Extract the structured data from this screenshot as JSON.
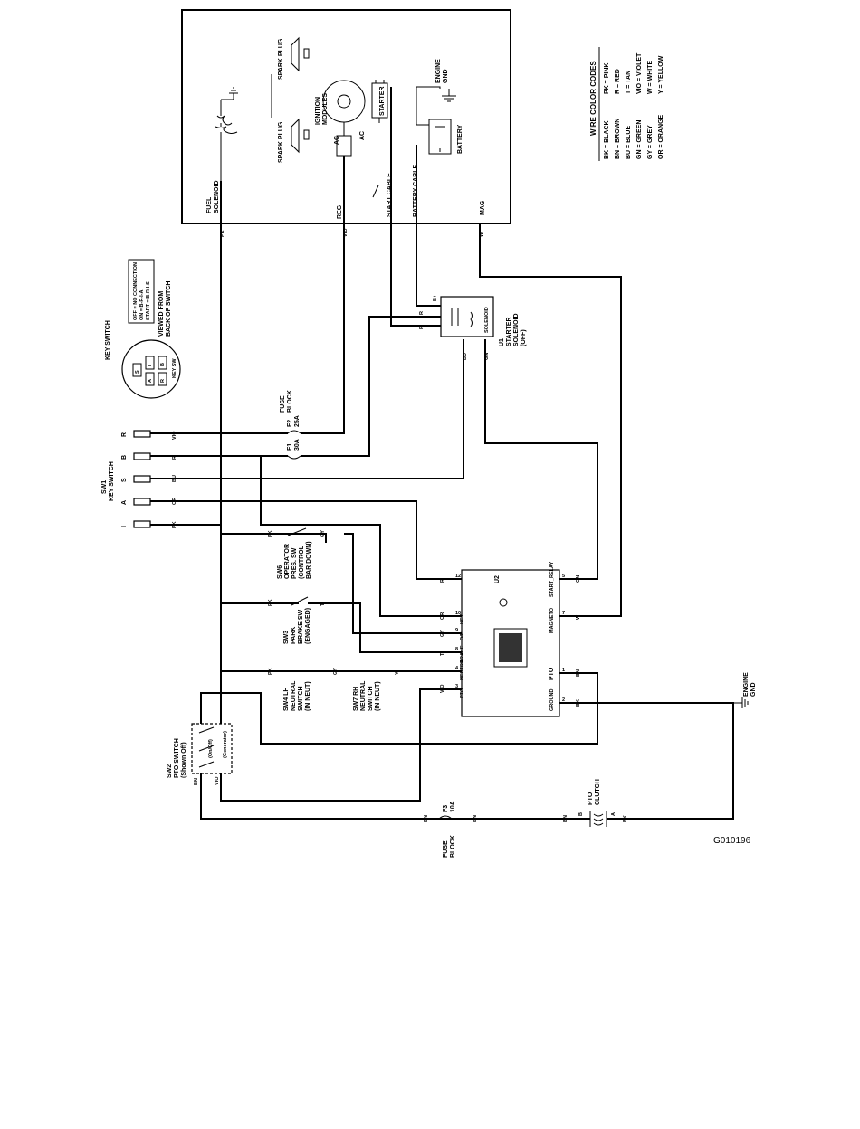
{
  "drawing_id": "G010196",
  "engine_box": {
    "spark_plug_top": "SPARK PLUG",
    "spark_plug_bottom": "SPARK PLUG",
    "ignition_modules": [
      "IGNITION",
      "MODULES"
    ],
    "ac_left": "AC",
    "ac_right": "AC",
    "starter": "STARTER",
    "battery": "BATTERY",
    "engine_gnd": [
      "ENGINE",
      "GND"
    ],
    "start_cable": "START CABLE",
    "battery_cable": "BATTERY CABLE",
    "fuel_solenoid": [
      "FUEL",
      "SOLENOID"
    ],
    "reg": "REG",
    "mag": "MAG"
  },
  "wire_codes": {
    "title": "WIRE COLOR CODES",
    "items": [
      "BK = BLACK",
      "BN = BROWN",
      "BU = BLUE",
      "GN = GREEN",
      "GY = GREY",
      "OR = ORANGE",
      "PK = PINK",
      "R = RED",
      "T = TAN",
      "VIO = VIOLET",
      "W = WHITE",
      "Y = YELLOW"
    ]
  },
  "key_switch_view": {
    "title": "KEY SWITCH",
    "legend": [
      "OFF  = NO CONNECTION",
      "ON   = B-R-I-A",
      "START = B-R-I-S"
    ],
    "viewed_from": [
      "VIEWED FROM",
      "BACK OF SWITCH"
    ],
    "terminals": [
      "S",
      "I",
      "A",
      "B",
      "R"
    ],
    "part_no": "KEY SW"
  },
  "sw1": {
    "title": [
      "SW1",
      "KEY SWITCH"
    ],
    "terminals": [
      "R",
      "B",
      "S",
      "A",
      "I"
    ],
    "wires": [
      "VIO",
      "R",
      "BU",
      "OR",
      "PK"
    ]
  },
  "fuses": {
    "f2": [
      "F2",
      "25A"
    ],
    "f1": [
      "F1",
      "30A"
    ],
    "block": [
      "FUSE",
      "BLOCK"
    ],
    "f3": [
      "F3",
      "10A"
    ],
    "block2": [
      "FUSE",
      "BLOCK"
    ]
  },
  "u1": {
    "title": [
      "U1",
      "STARTER",
      "SOLENOID",
      "(OFF)"
    ],
    "inner": "SOLENOID",
    "pins": [
      "B+",
      "R",
      "R",
      "BU",
      "GN"
    ]
  },
  "u2": {
    "title": "U2",
    "left_pins": [
      "KEY",
      "O/P",
      "BRAKE",
      "NEUTRAL",
      "PTO"
    ],
    "right_pins": [
      "START_RELAY",
      "MAGNETO",
      "PTO",
      "GROUND"
    ],
    "pin_numbers": [
      "12",
      "10",
      "9",
      "8",
      "4",
      "3",
      "5",
      "7",
      "1",
      "2"
    ]
  },
  "switches": {
    "sw6": [
      "SW6",
      "OPERATOR",
      "PRES. SW",
      "(CONTROL",
      "BAR DOWN)"
    ],
    "sw3": [
      "SW3",
      "PARK",
      "BRAKE SW",
      "(ENGAGED)"
    ],
    "sw4": [
      "SW4  LH",
      "NEUTRAL",
      "SWITCH",
      "(IN NEUT)"
    ],
    "sw7": [
      "SW7 RH",
      "NEUTRAL",
      "SWITCH",
      "(IN NEUT)"
    ],
    "sw2": [
      "SW2",
      "PTO SWITCH",
      "(Shown Off)"
    ],
    "sw2_states": [
      "(On/Off)",
      "(Generator)"
    ]
  },
  "pto_clutch": [
    "PTO",
    "CLUTCH"
  ],
  "engine_gnd_bottom": [
    "ENGINE",
    "GND"
  ],
  "wire_labels": {
    "pk": "PK",
    "vio": "VIO",
    "r": "R",
    "w": "W",
    "bu": "BU",
    "gn": "GN",
    "or": "OR",
    "gy": "GY",
    "t": "T",
    "y": "Y",
    "bn": "BN",
    "bk": "BK",
    "ab": "A",
    "bb": "B"
  }
}
